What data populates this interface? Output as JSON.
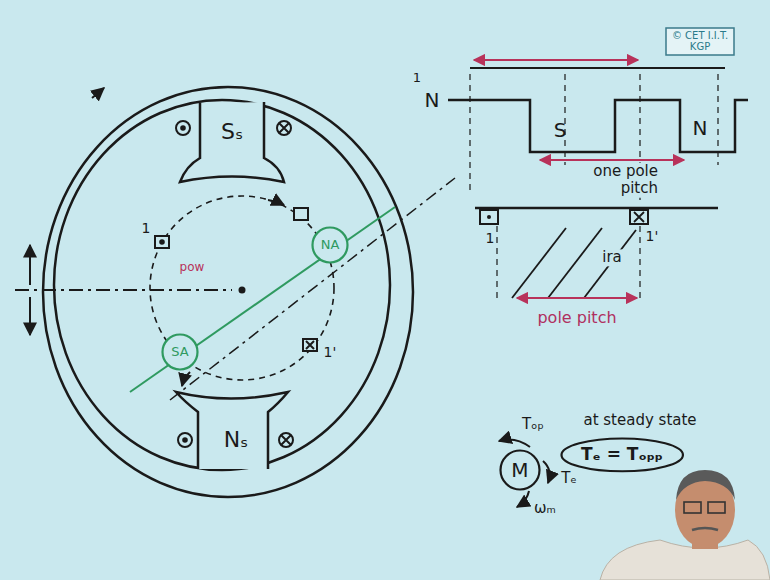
{
  "diagram": {
    "nodes": [
      {
        "text": [
          "© CET I.I.T. KGP"
        ]
      },
      {
        "text": [
          "NA"
        ]
      },
      {
        "text": [
          "SA"
        ]
      },
      {
        "text": [
          "M"
        ]
      },
      {
        "text": [
          "Tₑ = Tₒₚₚ"
        ]
      }
    ],
    "labels": [
      "Sₛ",
      "Nₛ",
      "1",
      "1'",
      "pow",
      "1",
      "N",
      "S",
      "N",
      "one pole pitch",
      "1",
      "1'",
      "ira",
      "pole pitch",
      "Tₒₚ",
      "Tₑ",
      "ωₘ",
      "at steady state"
    ]
  }
}
